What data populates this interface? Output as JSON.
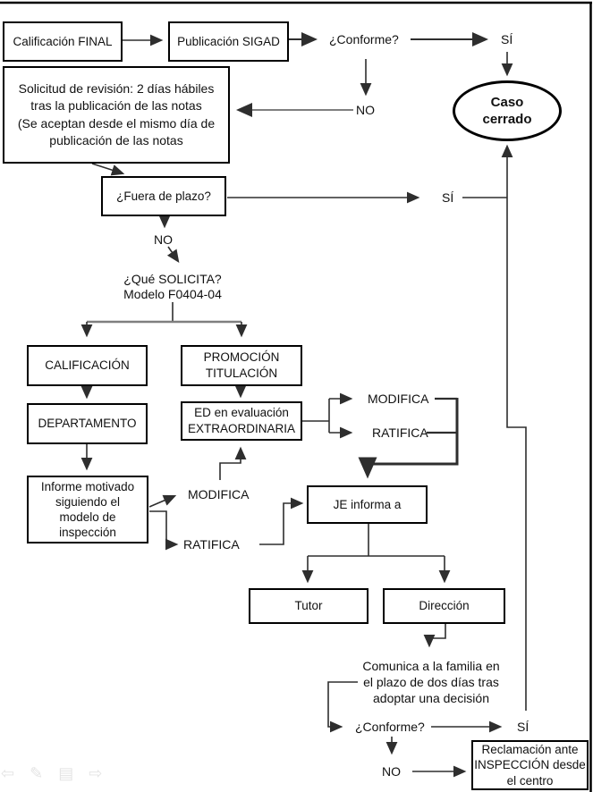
{
  "colors": {
    "line_dark": "#2e2e2e",
    "line_gray": "#7f7f7f",
    "border_black": "#000000",
    "toolbar_gray": "#e4e4e4"
  },
  "flowchart": {
    "boxes": {
      "calificacion_final": {
        "label": "Calificación FINAL"
      },
      "publicacion_sigad": {
        "label": "Publicación SIGAD"
      },
      "solicitud_revision": {
        "lines": [
          "Solicitud de revisión: 2 días hábiles",
          "tras la publicación de las notas",
          "(Se aceptan desde el mismo día de",
          "publicación de las notas"
        ]
      },
      "fuera_de_plazo": {
        "label": "¿Fuera de plazo?"
      },
      "calificacion": {
        "label": "CALIFICACIÓN"
      },
      "promocion_titulacion": {
        "lines": [
          "PROMOCIÓN",
          "TITULACIÓN"
        ]
      },
      "departamento": {
        "label": "DEPARTAMENTO"
      },
      "ed_extraordinaria": {
        "lines": [
          "ED en evaluación",
          "EXTRAORDINARIA"
        ]
      },
      "informe_motivado": {
        "lines": [
          "Informe motivado",
          "siguiendo el",
          "modelo de",
          "inspección"
        ]
      },
      "je_informa": {
        "label": "JE informa a"
      },
      "tutor": {
        "label": "Tutor"
      },
      "direccion": {
        "label": "Dirección"
      },
      "reclamacion": {
        "lines": [
          "Reclamación ante",
          "INSPECCIÓN desde",
          "el centro"
        ]
      }
    },
    "terminator": {
      "lines": [
        "Caso",
        "cerrado"
      ]
    },
    "labels": {
      "conforme_top": "¿Conforme?",
      "si_top": "SÍ",
      "no_top": "NO",
      "si_mid": "SÍ",
      "no_mid": "NO",
      "que_solicita": {
        "lines": [
          "¿Qué SOLICITA?",
          "Modelo F0404-04"
        ]
      },
      "modifica_right": "MODIFICA",
      "ratifica_right": "RATIFICA",
      "modifica_left": "MODIFICA",
      "ratifica_left": "RATIFICA",
      "comunica": {
        "lines": [
          "Comunica a la familia en",
          "el plazo de dos días tras",
          "adoptar una decisión"
        ]
      },
      "conforme_bottom": "¿Conforme?",
      "si_bottom": "SÍ",
      "no_bottom": "NO"
    },
    "toolbar": {
      "back_icon": "⇦",
      "pen_icon": "✎",
      "slides_icon": "▤",
      "forward_icon": "⇨"
    }
  }
}
